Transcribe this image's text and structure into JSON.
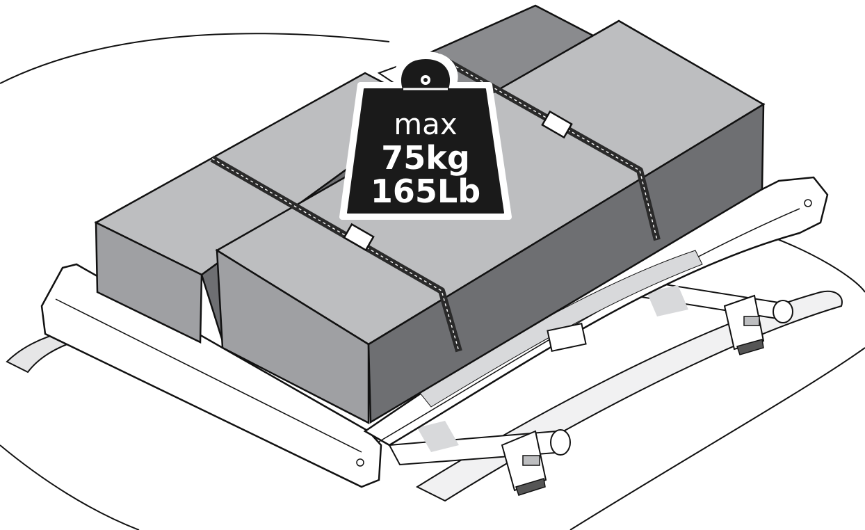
{
  "load_label": {
    "prefix": "max",
    "metric": "75kg",
    "imperial": "165Lb"
  },
  "colors": {
    "box_top": "#bdbec0",
    "box_front": "#9fa0a3",
    "box_side": "#6e6f72",
    "box_back_top": "#8a8b8e",
    "outline": "#111111",
    "weight_fill": "#1a1a1a",
    "strap": "#2a2a2a",
    "rack_shade": "#d8d9db",
    "white": "#ffffff"
  }
}
